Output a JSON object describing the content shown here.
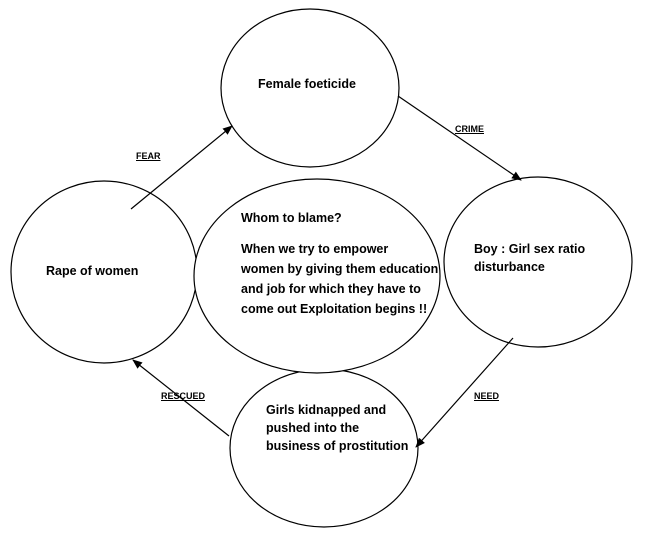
{
  "nodes": {
    "foeticide": {
      "label": "Female foeticide"
    },
    "sex_ratio": {
      "lines": [
        "Boy : Girl sex ratio",
        "disturbance"
      ]
    },
    "kidnapped": {
      "lines": [
        "Girls kidnapped and",
        "pushed into the",
        "business of prostitution"
      ]
    },
    "rape": {
      "label": "Rape of women"
    },
    "center": {
      "title": "Whom to blame?",
      "lines": [
        "When we try to empower",
        "women by giving them education",
        "and job for which they have to",
        "come out Exploitation begins !!"
      ]
    }
  },
  "edges": {
    "crime": "CRIME",
    "need": "NEED",
    "rescued": "RESCUED",
    "fear": "FEAR"
  }
}
